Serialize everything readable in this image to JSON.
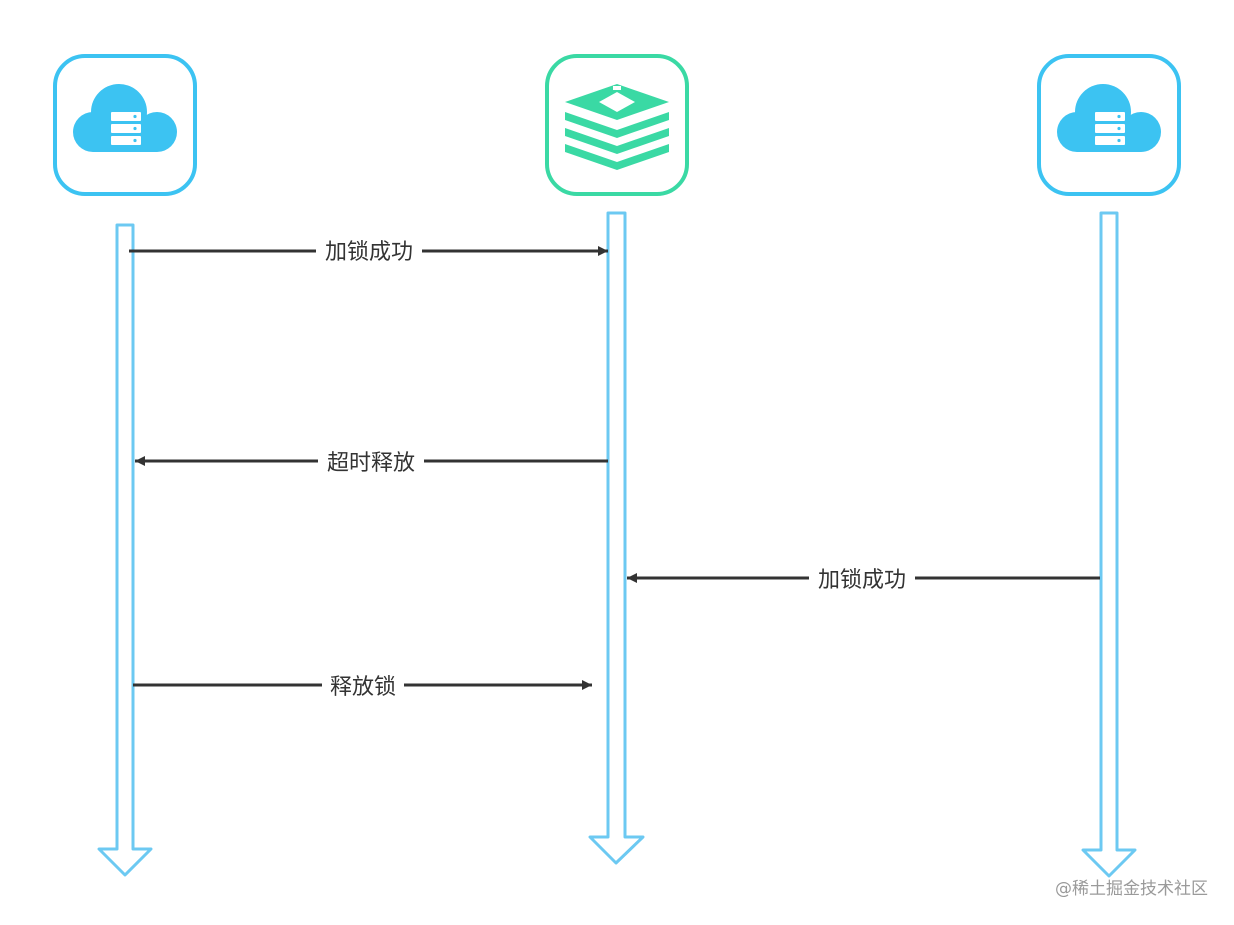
{
  "diagram": {
    "type": "sequence-diagram",
    "participants": [
      {
        "id": "client-a",
        "icon": "cloud-server-icon",
        "color": "#3cc3f2"
      },
      {
        "id": "redis",
        "icon": "redis-stack-icon",
        "color": "#3ad9a4"
      },
      {
        "id": "client-b",
        "icon": "cloud-server-icon",
        "color": "#3cc3f2"
      }
    ],
    "lifeline_color": "#6cc9f2",
    "arrow_color": "#333333",
    "messages": [
      {
        "label": "加锁成功",
        "from": "client-a",
        "to": "redis"
      },
      {
        "label": "超时释放",
        "from": "redis",
        "to": "client-a"
      },
      {
        "label": "加锁成功",
        "from": "client-b",
        "to": "redis"
      },
      {
        "label": "释放锁",
        "from": "client-a",
        "to": "redis"
      }
    ]
  },
  "watermark": "@稀土掘金技术社区"
}
